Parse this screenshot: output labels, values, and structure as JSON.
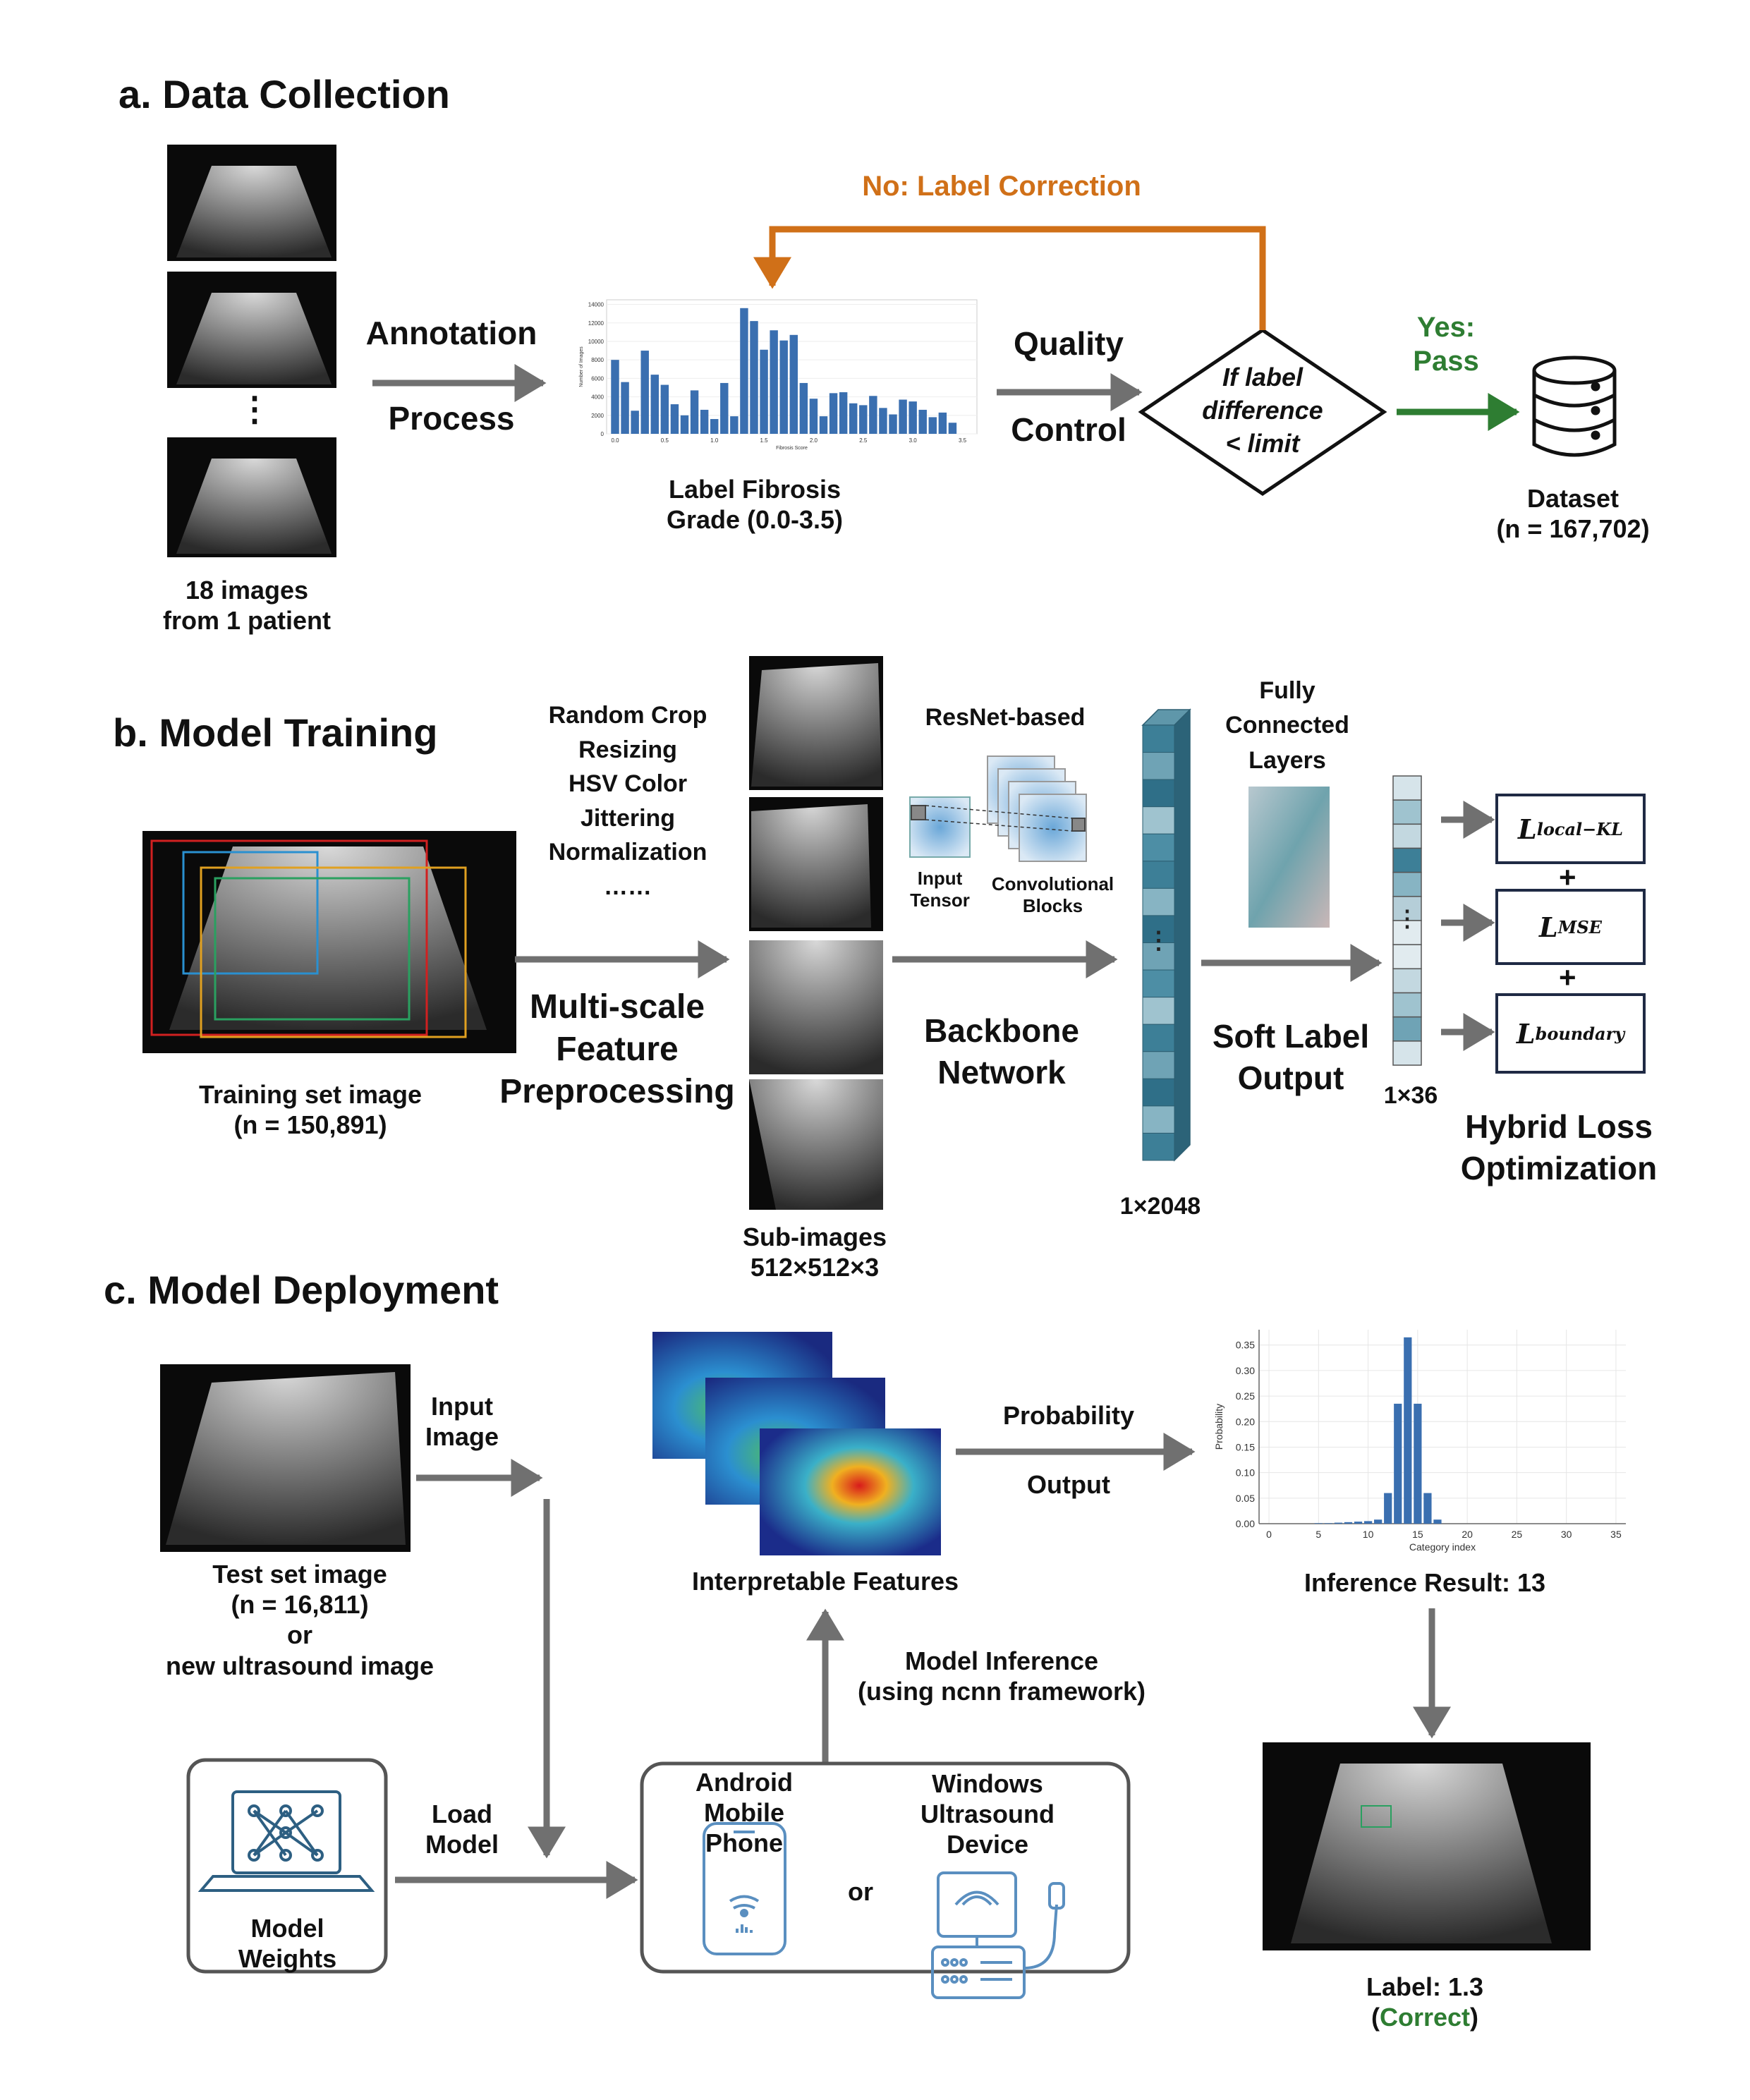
{
  "sections": {
    "a": {
      "heading": "a. Data Collection",
      "images_caption_1": "18 images",
      "images_caption_2": "from 1 patient",
      "ellipsis": "⋮",
      "annotation_1": "Annotation",
      "annotation_2": "Process",
      "histogram_caption_1": "Label Fibrosis",
      "histogram_caption_2": "Grade (0.0-3.5)",
      "quality_1": "Quality",
      "quality_2": "Control",
      "decision_1": "If label",
      "decision_2": "difference",
      "decision_3": "< limit",
      "no_branch": "No: Label Correction",
      "yes_1": "Yes:",
      "yes_2": "Pass",
      "dataset_1": "Dataset",
      "dataset_2": "(n = 167,702)"
    },
    "b": {
      "heading": "b. Model Training",
      "train_caption_1": "Training set image",
      "train_caption_2": "(n = 150,891)",
      "aug_1": "Random Crop",
      "aug_2": "Resizing",
      "aug_3": "HSV Color",
      "aug_4": "Jittering",
      "aug_5": "Normalization",
      "aug_6": "……",
      "multiscale_1": "Multi-scale",
      "multiscale_2": "Feature",
      "multiscale_3": "Preprocessing",
      "sub_1": "Sub-images",
      "sub_2": "512×512×3",
      "resnet": "ResNet-based",
      "input_1": "Input",
      "input_2": "Tensor",
      "conv_1": "Convolutional",
      "conv_2": "Blocks",
      "backbone_1": "Backbone",
      "backbone_2": "Network",
      "vec2048": "1×2048",
      "fc_1": "Fully",
      "fc_2": "Connected",
      "fc_3": "Layers",
      "soft_1": "Soft Label",
      "soft_2": "Output",
      "vec36": "1×36",
      "loss_kl": "L",
      "loss_kl_sub": "local−KL",
      "loss_mse": "L",
      "loss_mse_sub": "MSE",
      "loss_b": "L",
      "loss_b_sub": "boundary",
      "plus": "+",
      "hybrid_1": "Hybrid Loss",
      "hybrid_2": "Optimization"
    },
    "c": {
      "heading": "c. Model Deployment",
      "input_1": "Input",
      "input_2": "Image",
      "test_1": "Test set image",
      "test_2": "(n = 16,811)",
      "test_3": "or",
      "test_4": "new ultrasound image",
      "interp": "Interpretable Features",
      "prob_1": "Probability",
      "prob_2": "Output",
      "inference_result": "Inference Result: 13",
      "model_inf_1": "Model Inference",
      "model_inf_2": "(using ncnn framework)",
      "load_1": "Load",
      "load_2": "Model",
      "weights_1": "Model",
      "weights_2": "Weights",
      "android_1": "Android",
      "android_2": "Mobile",
      "android_3": "Phone",
      "or": "or",
      "windows_1": "Windows",
      "windows_2": "Ultrasound",
      "windows_3": "Device",
      "label_1": "Label: 1.3",
      "label_open": "(",
      "label_correct": "Correct",
      "label_close": ")"
    }
  },
  "colors": {
    "arrow_gray": "#707070",
    "orange": "#d07018",
    "green": "#2e7d32",
    "bar_blue": "#3a6fb0",
    "dark_navy": "#1f2a44",
    "teal": "#3d7f97"
  },
  "chart_data": [
    {
      "type": "bar",
      "xlabel": "Fibrosis Score",
      "ylabel": "Number of Images",
      "x_ticks": [
        "0.0",
        "0.5",
        "1.0",
        "1.5",
        "2.0",
        "2.5",
        "3.0",
        "3.5"
      ],
      "y_ticks": [
        "0",
        "2000",
        "4000",
        "6000",
        "8000",
        "10000",
        "12000",
        "14000"
      ],
      "ylim": [
        0,
        14500
      ],
      "x": [
        0.0,
        0.1,
        0.2,
        0.3,
        0.4,
        0.5,
        0.6,
        0.7,
        0.8,
        0.9,
        1.0,
        1.1,
        1.2,
        1.3,
        1.4,
        1.5,
        1.6,
        1.7,
        1.8,
        1.9,
        2.0,
        2.1,
        2.2,
        2.3,
        2.4,
        2.5,
        2.6,
        2.7,
        2.8,
        2.9,
        3.0,
        3.1,
        3.2,
        3.3,
        3.4
      ],
      "values": [
        8000,
        5600,
        2500,
        9000,
        6400,
        5300,
        3200,
        2000,
        4700,
        2600,
        1600,
        5500,
        1900,
        13600,
        12200,
        9100,
        11200,
        10100,
        10700,
        5500,
        3800,
        1900,
        4400,
        4500,
        3300,
        3100,
        4100,
        2800,
        2100,
        3700,
        3500,
        2600,
        1800,
        2300,
        1200
      ]
    },
    {
      "type": "bar",
      "xlabel": "Category index",
      "ylabel": "Probability",
      "x_ticks": [
        "0",
        "5",
        "10",
        "15",
        "20",
        "25",
        "30",
        "35"
      ],
      "y_ticks": [
        "0.00",
        "0.05",
        "0.10",
        "0.15",
        "0.20",
        "0.25",
        "0.30",
        "0.35"
      ],
      "ylim": [
        0,
        0.38
      ],
      "xlim": [
        -1,
        36
      ],
      "x": [
        5,
        6,
        7,
        8,
        9,
        10,
        11,
        12,
        13,
        14,
        15,
        16,
        17
      ],
      "values": [
        0.001,
        0.001,
        0.002,
        0.003,
        0.004,
        0.005,
        0.008,
        0.06,
        0.235,
        0.365,
        0.235,
        0.06,
        0.008
      ]
    }
  ]
}
